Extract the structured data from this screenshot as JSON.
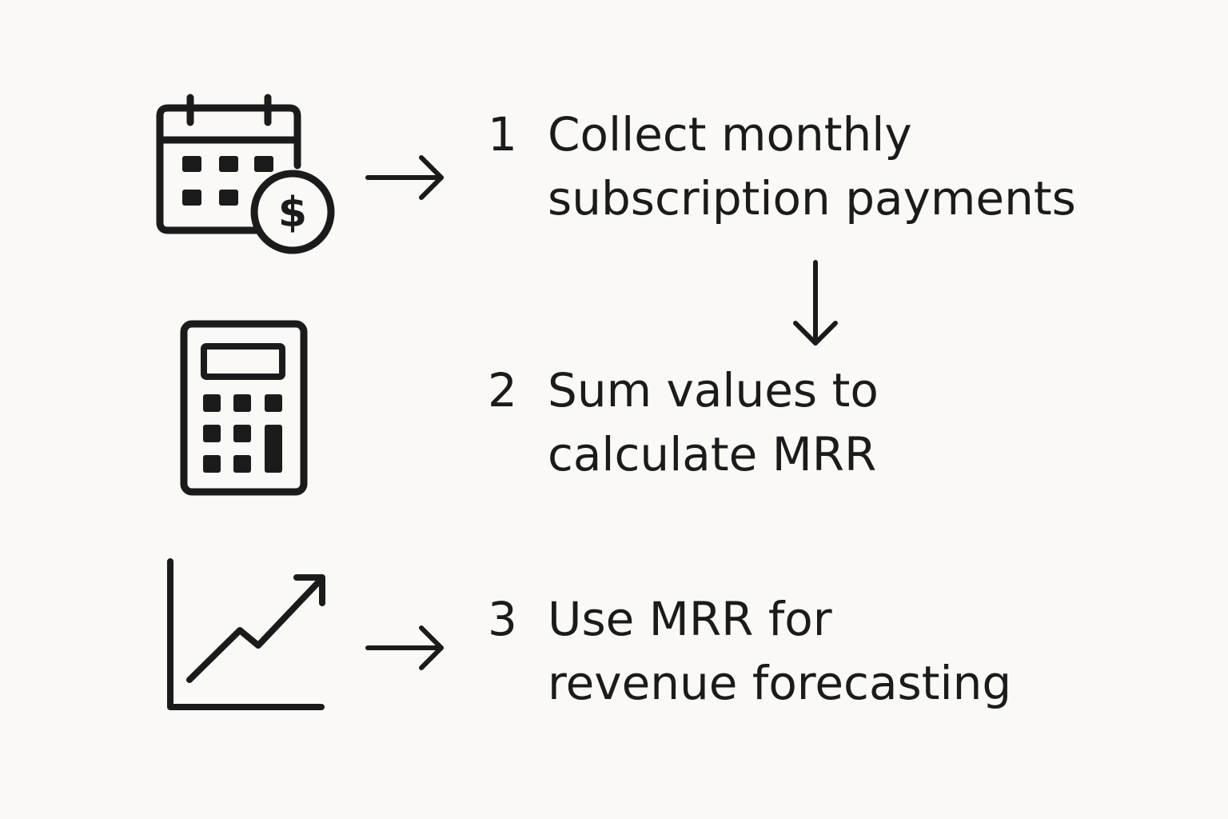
{
  "steps": [
    {
      "number": "1",
      "lines": [
        "Collect monthly",
        "subscription payments"
      ],
      "icon": "calendar-dollar-icon"
    },
    {
      "number": "2",
      "lines": [
        "Sum values to",
        "calculate MRR"
      ],
      "icon": "calculator-icon"
    },
    {
      "number": "3",
      "lines": [
        "Use MRR for",
        "revenue forecasting"
      ],
      "icon": "growth-chart-icon"
    }
  ],
  "colors": {
    "background": "#fbf9f5",
    "ink": "#1b1b1b"
  }
}
